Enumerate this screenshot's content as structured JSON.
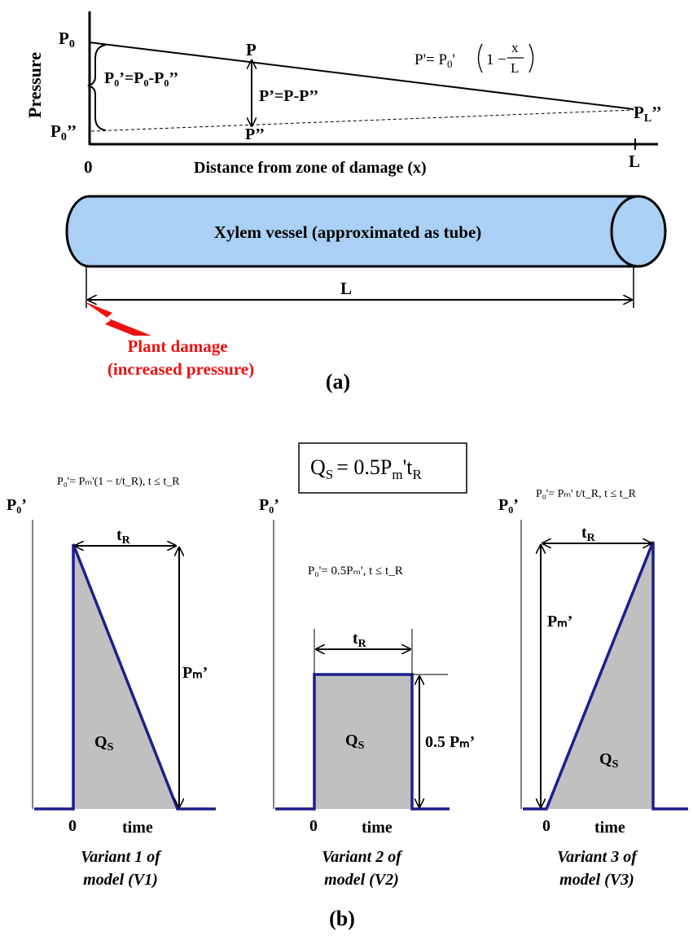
{
  "panel_a": {
    "y_axis_label": "Pressure",
    "x_axis_label": "Distance from zone of damage (x)",
    "tick_origin": "0",
    "tick_end": "L",
    "label_p0": "P",
    "label_p0_sub": "0",
    "label_p0pp": "P",
    "label_p0pp_sub": "0",
    "label_p0pp_sup": "’’",
    "brace_eq": "P₀’=P₀-P₀’’",
    "label_p": "P",
    "label_ppp": "P’’",
    "arrow_eq": "P’=P-P’’",
    "label_pl": "P",
    "label_pl_sub": "L",
    "label_pl_sup": "’’",
    "formula_lhs": "P'= P",
    "formula_sub": "0",
    "formula_prime": "'",
    "formula_one": "1 −",
    "formula_num": "x",
    "formula_den": "L",
    "tube_label": "Xylem vessel (approximated as tube)",
    "length_label": "L",
    "damage_line1": "Plant damage",
    "damage_line2": "(increased pressure)",
    "caption": "(a)"
  },
  "panel_b": {
    "qs_box": "Q",
    "qs_box_sub": "S",
    "qs_box_rest": "= 0.5P",
    "qs_box_sub2": "m",
    "qs_box_rest2": "'t",
    "qs_box_sub3": "R",
    "caption": "(b)",
    "variants": [
      {
        "y_label": "P₀’",
        "formula": "P₀'= Pₘ'(1 − t/t_R),  t ≤ t_R",
        "tr_label": "t",
        "tr_sub": "R",
        "pm_label": "Pₘ’",
        "qs_label": "Q",
        "qs_sub": "S",
        "zero": "0",
        "time": "time",
        "caption1": "Variant 1 of",
        "caption2": "model (V1)"
      },
      {
        "y_label": "P₀’",
        "formula": "P₀'= 0.5Pₘ',  t ≤ t_R",
        "tr_label": "t",
        "tr_sub": "R",
        "pm_label": "0.5 Pₘ’",
        "qs_label": "Q",
        "qs_sub": "S",
        "zero": "0",
        "time": "time",
        "caption1": "Variant 2 of",
        "caption2": "model (V2)"
      },
      {
        "y_label": "P₀’",
        "formula": "P₀'= Pₘ' t/t_R,  t ≤ t_R",
        "tr_label": "t",
        "tr_sub": "R",
        "pm_label": "Pₘ’",
        "qs_label": "Q",
        "qs_sub": "S",
        "zero": "0",
        "time": "time",
        "caption1": "Variant 3 of",
        "caption2": "model (V3)"
      }
    ]
  },
  "colors": {
    "tube_fill": "#aad0f5",
    "area_fill": "#c0c0c0",
    "signal_line": "#1c1f8c",
    "damage_red": "#ee1111"
  }
}
